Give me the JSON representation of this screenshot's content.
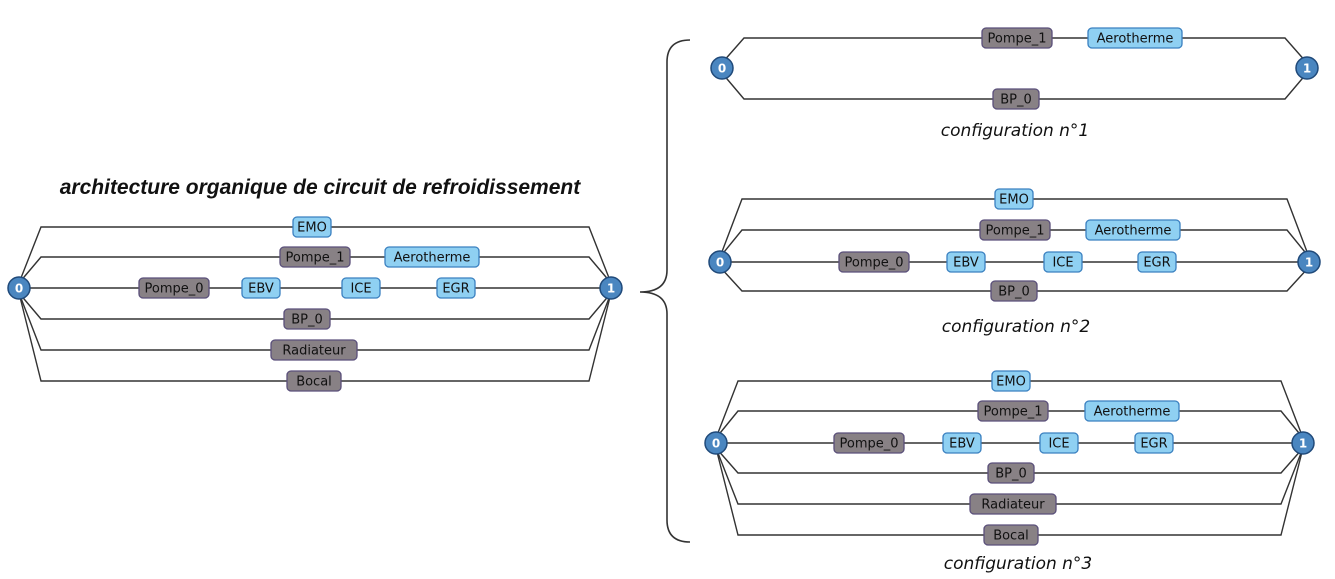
{
  "title": "architecture organique de circuit de refroidissement",
  "colors": {
    "dark_fill": "#888185",
    "dark_stroke": "#5a4f7a",
    "light_fill": "#8fd0f2",
    "light_stroke": "#3a80c0",
    "node_fill": "#4a86c0",
    "node_stroke": "#204a7a",
    "edge": "#333333"
  },
  "diagrams": [
    {
      "id": "architecture",
      "source_node": "0",
      "sink_node": "1",
      "branches": [
        [
          {
            "label": "EMO",
            "kind": "light"
          }
        ],
        [
          {
            "label": "Pompe_1",
            "kind": "dark"
          },
          {
            "label": "Aerotherme",
            "kind": "light"
          }
        ],
        [
          {
            "label": "Pompe_0",
            "kind": "dark"
          },
          {
            "label": "EBV",
            "kind": "light"
          },
          {
            "label": "ICE",
            "kind": "light"
          },
          {
            "label": "EGR",
            "kind": "light"
          }
        ],
        [
          {
            "label": "BP_0",
            "kind": "dark"
          }
        ],
        [
          {
            "label": "Radiateur",
            "kind": "dark"
          }
        ],
        [
          {
            "label": "Bocal",
            "kind": "dark"
          }
        ]
      ]
    },
    {
      "id": "configuration-1",
      "caption": "configuration n°1",
      "source_node": "0",
      "sink_node": "1",
      "branches": [
        [
          {
            "label": "Pompe_1",
            "kind": "dark"
          },
          {
            "label": "Aerotherme",
            "kind": "light"
          }
        ],
        [
          {
            "label": "BP_0",
            "kind": "dark"
          }
        ]
      ]
    },
    {
      "id": "configuration-2",
      "caption": "configuration n°2",
      "source_node": "0",
      "sink_node": "1",
      "branches": [
        [
          {
            "label": "EMO",
            "kind": "light"
          }
        ],
        [
          {
            "label": "Pompe_1",
            "kind": "dark"
          },
          {
            "label": "Aerotherme",
            "kind": "light"
          }
        ],
        [
          {
            "label": "Pompe_0",
            "kind": "dark"
          },
          {
            "label": "EBV",
            "kind": "light"
          },
          {
            "label": "ICE",
            "kind": "light"
          },
          {
            "label": "EGR",
            "kind": "light"
          }
        ],
        [
          {
            "label": "BP_0",
            "kind": "dark"
          }
        ]
      ]
    },
    {
      "id": "configuration-3",
      "caption": "configuration n°3",
      "source_node": "0",
      "sink_node": "1",
      "branches": [
        [
          {
            "label": "EMO",
            "kind": "light"
          }
        ],
        [
          {
            "label": "Pompe_1",
            "kind": "dark"
          },
          {
            "label": "Aerotherme",
            "kind": "light"
          }
        ],
        [
          {
            "label": "Pompe_0",
            "kind": "dark"
          },
          {
            "label": "EBV",
            "kind": "light"
          },
          {
            "label": "ICE",
            "kind": "light"
          },
          {
            "label": "EGR",
            "kind": "light"
          }
        ],
        [
          {
            "label": "BP_0",
            "kind": "dark"
          }
        ],
        [
          {
            "label": "Radiateur",
            "kind": "dark"
          }
        ],
        [
          {
            "label": "Bocal",
            "kind": "dark"
          }
        ]
      ]
    }
  ]
}
